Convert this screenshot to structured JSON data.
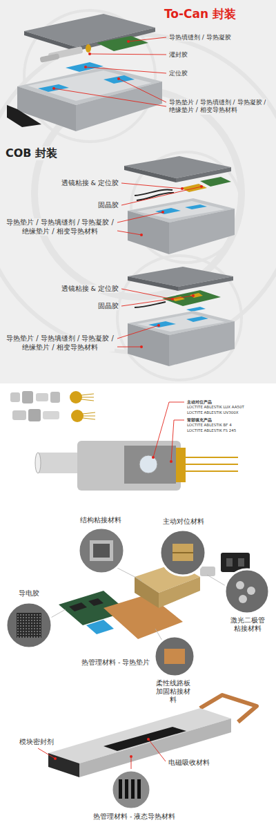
{
  "diagram": {
    "labels": [
      "To-Can 封装",
      "导热填缝剂 / 导热凝胶",
      "灌封胶",
      "定位胶",
      "导热垫片 / 导热填缝剂 / 导热凝胶 / 绝缘垫片 / 相变导热材料",
      "COB 封装",
      "透镜粘接 & 定位胶",
      "固晶胶",
      "导热垫片 / 导热填缝剂 / 导热凝胶 / 绝缘垫片 / 相变导热材料",
      "透镜粘接 & 定位胶",
      "固晶胶",
      "导热垫片 / 导热填缝剂 / 导热凝胶 / 绝缘垫片 / 相变导热材料",
      "主动对位产品",
      "LOCTITE ABLESTIK LUX AA50T",
      "LOCTITE ABLESTIK UV300X",
      "背部填充产品",
      "LOCTITE ABLESTIK BF 4",
      "LOCTITE ABLESTIK FS 245",
      "结构粘接材料",
      "主动对位材料",
      "导电胶",
      "激光二极管 粘接材料",
      "热管理材料 - 导热垫片",
      "柔性线路板 加固粘接材料",
      "模块密封剂",
      "电磁吸收材料",
      "热管理材料 - 液态导热材料"
    ]
  }
}
